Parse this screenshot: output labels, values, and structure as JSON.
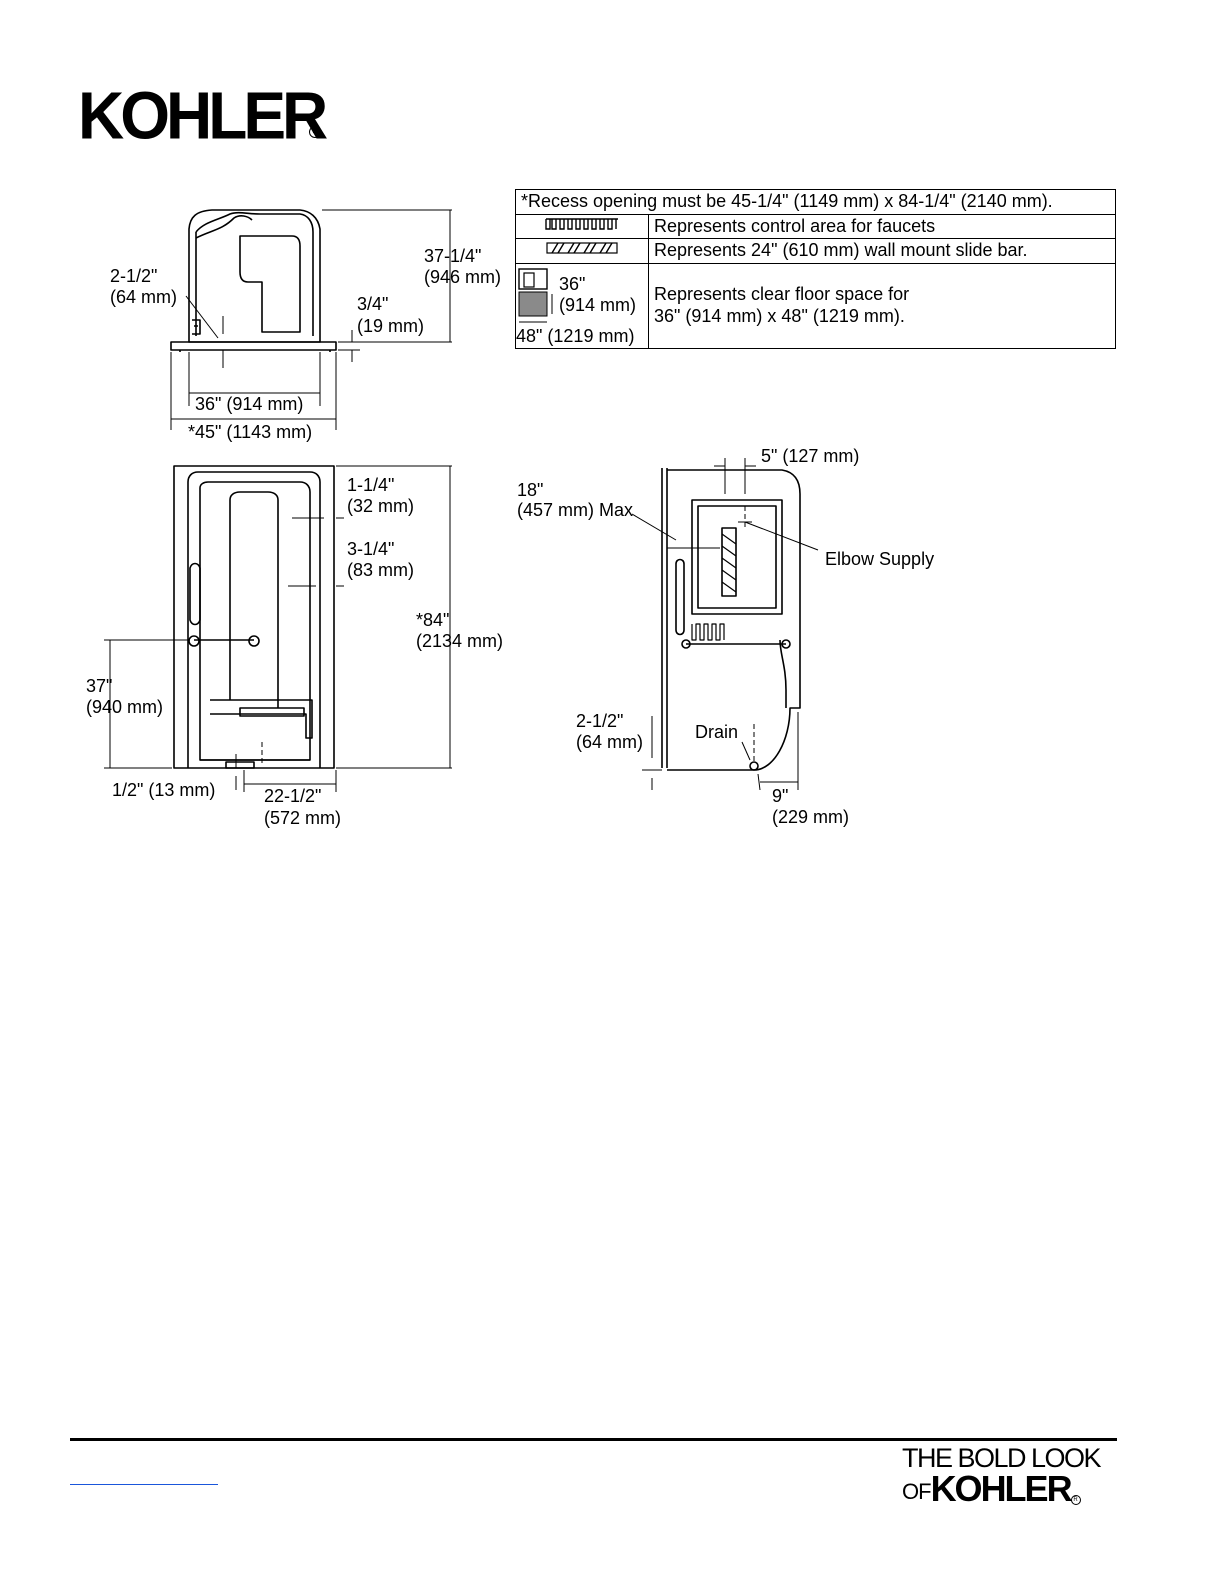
{
  "brand": {
    "logo": "KOHLER",
    "registered": "R"
  },
  "legend": {
    "header": "*Recess opening must be 45-1/4\" (1149 mm) x 84-1/4\" (2140 mm).",
    "rows": [
      {
        "symbol": "control-area-symbol",
        "text": "Represents control area for faucets"
      },
      {
        "symbol": "slide-bar-symbol",
        "text": "Represents 24\" (610 mm) wall mount slide bar."
      },
      {
        "symbol": "clear-floor-symbol",
        "text_line1": "Represents clear floor space for",
        "text_line2": "36\" (914 mm) x 48\" (1219 mm)."
      }
    ],
    "floor_symbol_dims": {
      "depth_in": "36\"",
      "depth_mm": "(914 mm)",
      "width": "48\" (1219 mm)"
    }
  },
  "plan_view": {
    "dim_top_offset_in": "2-1/2\"",
    "dim_top_offset_mm": "(64 mm)",
    "dim_depth_in": "37-1/4\"",
    "dim_depth_mm": "(946 mm)",
    "dim_threshold_in": "3/4\"",
    "dim_threshold_mm": "(19 mm)",
    "dim_inner_width": "36\" (914 mm)",
    "dim_outer_width": "*45\" (1143 mm)"
  },
  "front_view": {
    "dim_flange_in": "1-1/4\"",
    "dim_flange_mm": "(32 mm)",
    "dim_wall_in": "3-1/4\"",
    "dim_wall_mm": "(83 mm)",
    "dim_height_in": "*84\"",
    "dim_height_mm": "(2134 mm)",
    "dim_bar_height_in": "37\"",
    "dim_bar_height_mm": "(940 mm)",
    "dim_bottom_left": "1/2\" (13 mm)",
    "dim_drain_in": "22-1/2\"",
    "dim_drain_mm": "(572 mm)"
  },
  "side_view": {
    "dim_elbow": "5\" (127 mm)",
    "dim_max_in": "18\"",
    "dim_max_mm": "(457 mm) Max",
    "label_elbow": "Elbow Supply",
    "dim_bottom_in": "2-1/2\"",
    "dim_bottom_mm": "(64 mm)",
    "label_drain": "Drain",
    "dim_drain_in": "9\"",
    "dim_drain_mm": "(229 mm)"
  },
  "footer": {
    "tagline_line1": "THE BOLD LOOK",
    "tagline_of": "OF",
    "tagline_brand": "KOHLER",
    "registered": "R"
  },
  "colors": {
    "ink": "#000000",
    "floor_fill": "#8a8a8a",
    "link": "#1a56db"
  }
}
